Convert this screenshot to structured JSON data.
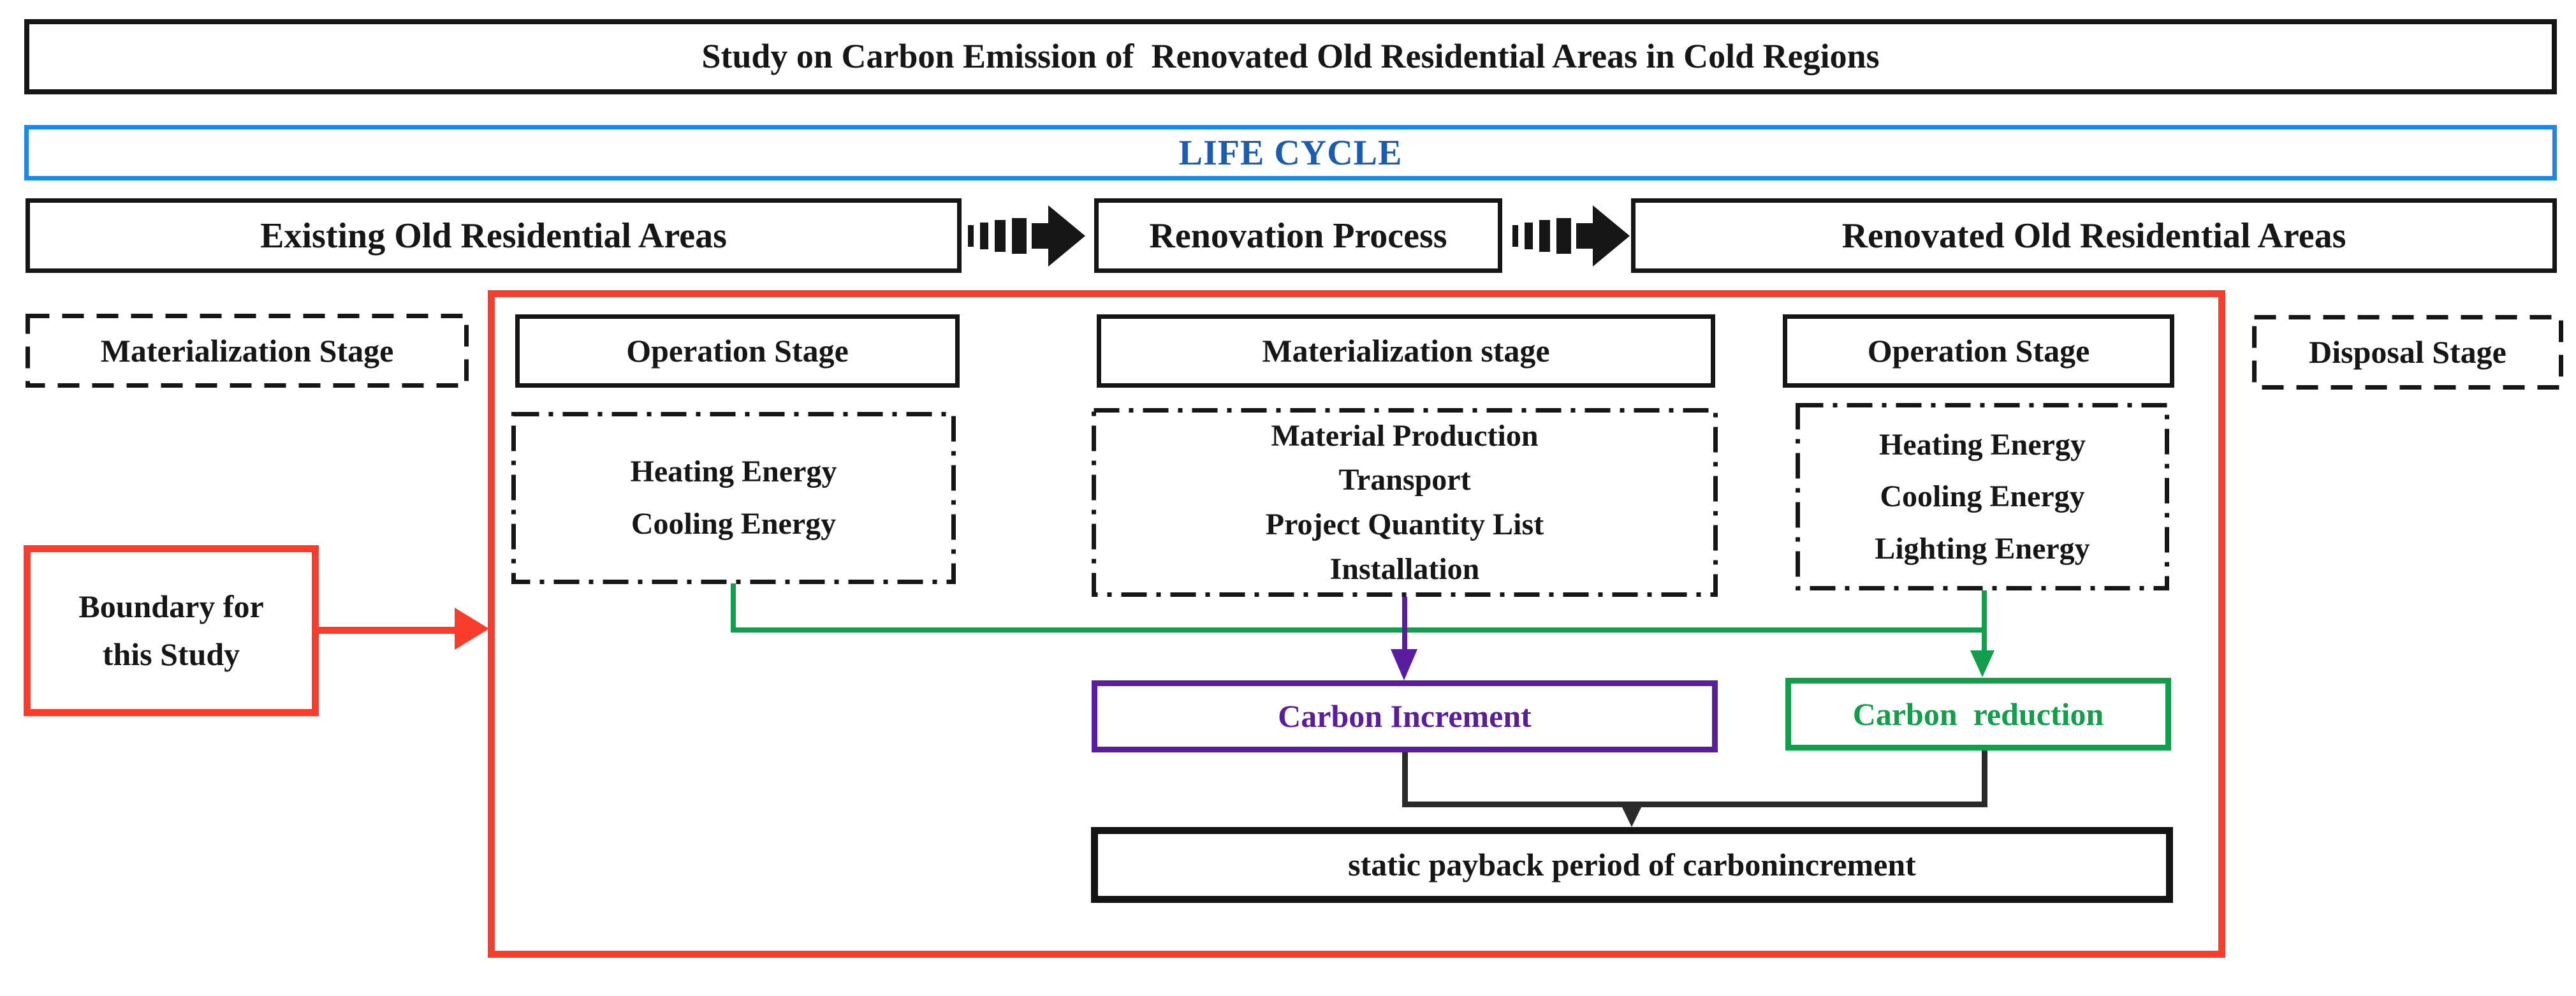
{
  "title": "Study on Carbon Emission of  Renovated Old Residential Areas in Cold Regions",
  "life_cycle": {
    "label": "LIFE CYCLE"
  },
  "timeline": {
    "existing": "Existing Old Residential Areas",
    "renovation": "Renovation Process",
    "renovated": "Renovated Old Residential Areas"
  },
  "stages": {
    "materialization_left": "Materialization Stage",
    "operation_left": "Operation Stage",
    "materialization_mid": "Materialization stage",
    "operation_right": "Operation Stage",
    "disposal": "Disposal Stage"
  },
  "energy": {
    "existing_operation": [
      "Heating Energy",
      "Cooling Energy"
    ],
    "renovation_materialization": [
      "Material Production",
      "Transport",
      "Project Quantity List",
      "Installation"
    ],
    "renovated_operation": [
      "Heating Energy",
      "Cooling Energy",
      "Lighting Energy"
    ]
  },
  "results": {
    "carbon_increment": "Carbon Increment",
    "carbon_reduction": "Carbon  reduction",
    "static_payback": "static payback period of carbonincrement"
  },
  "boundary_note": {
    "line1": "Boundary for",
    "line2": "this Study"
  },
  "colors": {
    "red": "#fa3c2c",
    "blue-border": "#1d86e8",
    "blue-text": "#1b5cb0",
    "purple": "#5a1da0",
    "green": "#129e4a",
    "ink": "#161616"
  }
}
